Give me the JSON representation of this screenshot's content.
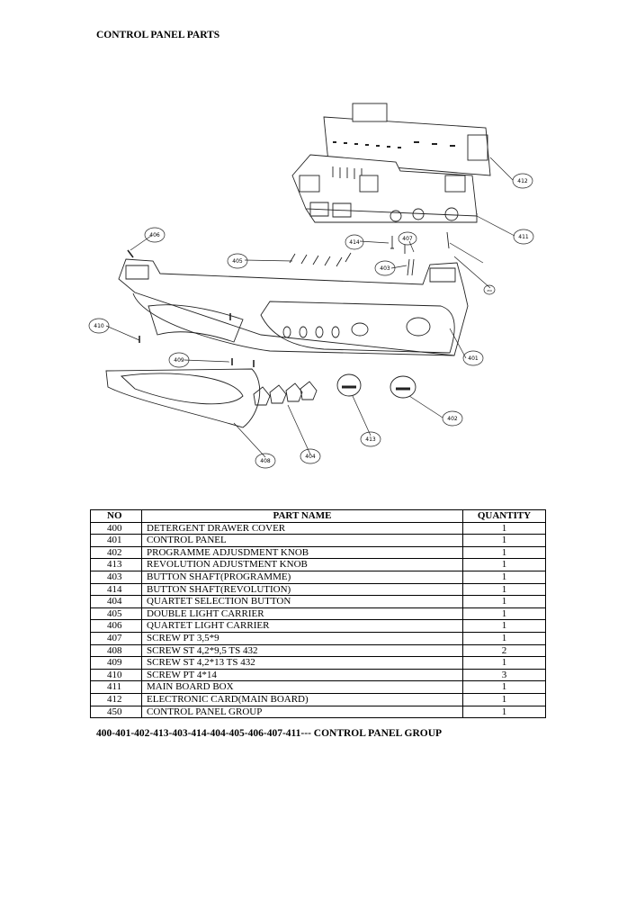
{
  "page": {
    "title": "CONTROL PANEL PARTS"
  },
  "diagram": {
    "callouts": [
      {
        "label": "412"
      },
      {
        "label": "411"
      },
      {
        "label": "450"
      },
      {
        "label": "414"
      },
      {
        "label": "407"
      },
      {
        "label": "405"
      },
      {
        "label": "406"
      },
      {
        "label": "403"
      },
      {
        "label": "410"
      },
      {
        "label": "409"
      },
      {
        "label": "401"
      },
      {
        "label": "402"
      },
      {
        "label": "413"
      },
      {
        "label": "404"
      },
      {
        "label": "408"
      }
    ]
  },
  "parts_table": {
    "headers": {
      "no": "NO",
      "name": "PART NAME",
      "quantity": "QUANTITY"
    },
    "rows": [
      {
        "no": "400",
        "name": "DETERGENT DRAWER COVER",
        "quantity": "1"
      },
      {
        "no": "401",
        "name": "CONTROL PANEL",
        "quantity": "1"
      },
      {
        "no": "402",
        "name": "PROGRAMME ADJUSDMENT KNOB",
        "quantity": "1"
      },
      {
        "no": "413",
        "name": "REVOLUTION ADJUSTMENT KNOB",
        "quantity": "1"
      },
      {
        "no": "403",
        "name": "BUTTON SHAFT(PROGRAMME)",
        "quantity": "1"
      },
      {
        "no": "414",
        "name": "BUTTON SHAFT(REVOLUTION)",
        "quantity": "1"
      },
      {
        "no": "404",
        "name": "QUARTET SELECTION BUTTON",
        "quantity": "1"
      },
      {
        "no": "405",
        "name": "DOUBLE LIGHT CARRIER",
        "quantity": "1"
      },
      {
        "no": "406",
        "name": "QUARTET LIGHT CARRIER",
        "quantity": "1"
      },
      {
        "no": "407",
        "name": "SCREW PT 3,5*9",
        "quantity": "1"
      },
      {
        "no": "408",
        "name": "SCREW ST 4,2*9,5 TS 432",
        "quantity": "2"
      },
      {
        "no": "409",
        "name": "SCREW ST 4,2*13 TS 432",
        "quantity": "1"
      },
      {
        "no": "410",
        "name": "SCREW PT 4*14",
        "quantity": "3"
      },
      {
        "no": "411",
        "name": "MAIN BOARD BOX",
        "quantity": "1"
      },
      {
        "no": "412",
        "name": "ELECTRONIC CARD(MAIN BOARD)",
        "quantity": "1"
      },
      {
        "no": "450",
        "name": "CONTROL PANEL GROUP",
        "quantity": "1"
      }
    ]
  },
  "footer_note": "400-401-402-413-403-414-404-405-406-407-411--- CONTROL PANEL GROUP"
}
